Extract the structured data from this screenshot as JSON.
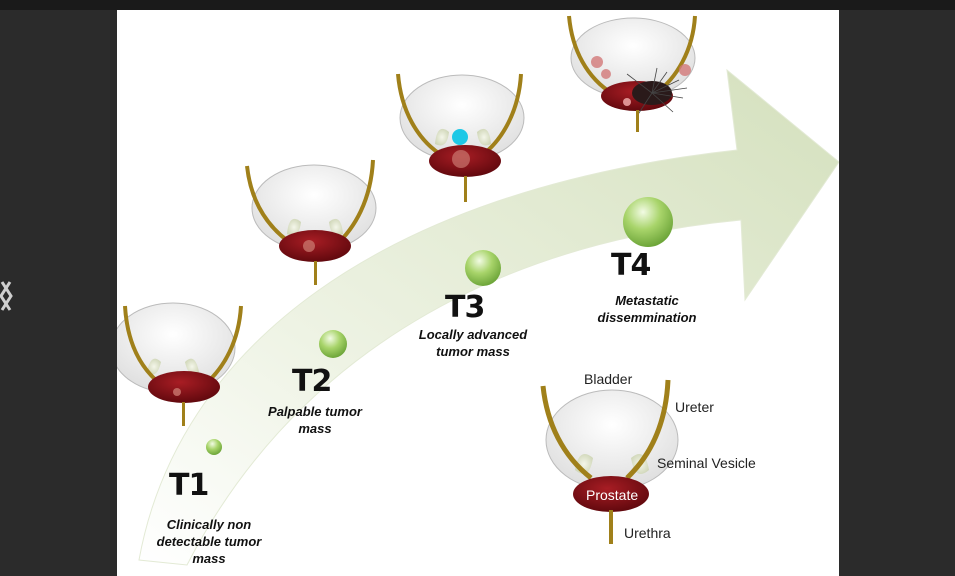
{
  "stages": [
    {
      "id": "T1",
      "label": "T1",
      "description": [
        "Clinically non",
        "detectable tumor",
        "mass"
      ]
    },
    {
      "id": "T2",
      "label": "T2",
      "description": [
        "Palpable tumor",
        "mass"
      ]
    },
    {
      "id": "T3",
      "label": "T3",
      "description": [
        "Locally advanced",
        "tumor mass"
      ]
    },
    {
      "id": "T4",
      "label": "T4",
      "description": [
        "Metastatic",
        "dissemmination"
      ]
    }
  ],
  "legend": {
    "bladder": "Bladder",
    "ureter": "Ureter",
    "seminal_vesicle": "Seminal Vesicle",
    "prostate": "Prostate",
    "urethra": "Urethra"
  },
  "colors": {
    "arrow": "#dfe8cf",
    "prostate": "#7a0c12",
    "ureter": "#a0801a",
    "bubble": "#9fcf5a",
    "marker": "#1ec8e6"
  }
}
